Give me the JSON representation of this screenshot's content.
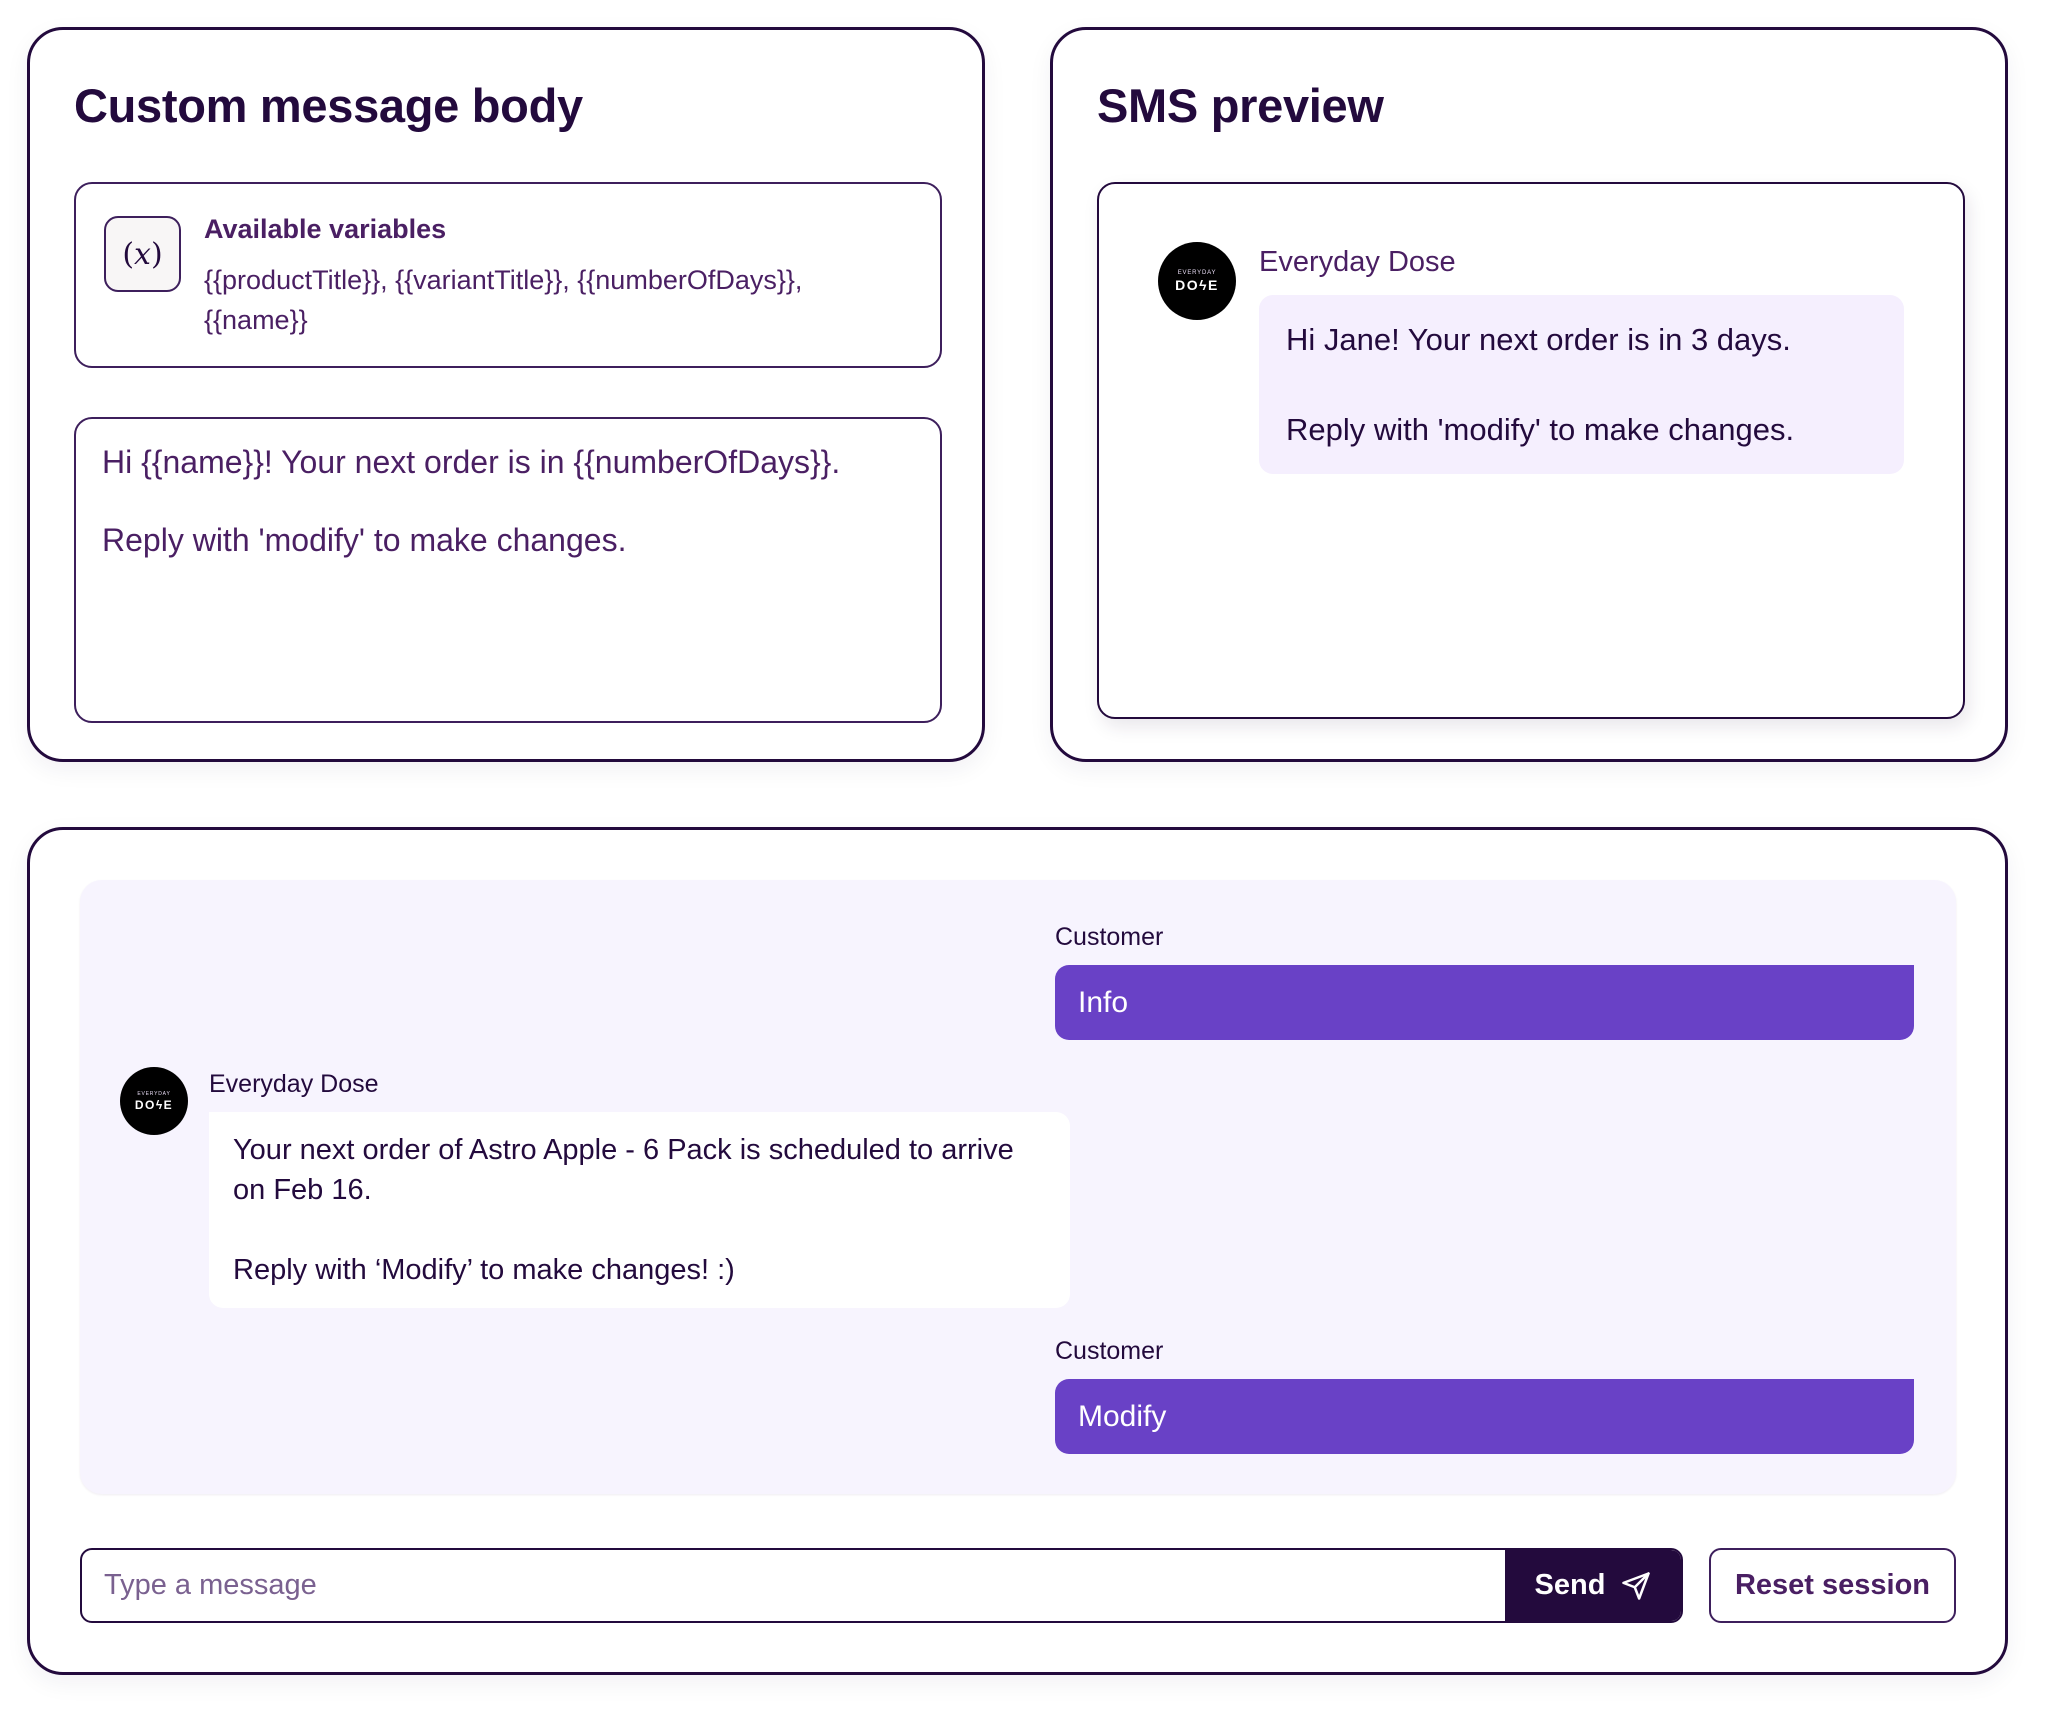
{
  "custom_message": {
    "title": "Custom message body",
    "variables": {
      "icon": "variable-x-icon",
      "icon_glyph": "(x)",
      "title": "Available variables",
      "list": "{{productTitle}}, {{variantTitle}}, {{numberOfDays}}, {{name}}"
    },
    "body_value": "Hi {{name}}! Your next order is in {{numberOfDays}}.\n\nReply with 'modify' to make changes."
  },
  "sms_preview": {
    "title": "SMS preview",
    "avatar": {
      "top": "EVERYDAY",
      "bottom": "DOϟE"
    },
    "sender": "Everyday Dose",
    "message": "Hi Jane! Your next order is in 3 days.\n\nReply with 'modify' to make changes."
  },
  "chat": {
    "messages": [
      {
        "sender": "Customer",
        "text": "Info"
      },
      {
        "sender": "Everyday Dose",
        "text": "Your next order of Astro Apple - 6 Pack is scheduled to arrive on Feb 16.\n\nReply with ‘Modify’ to make changes! :)"
      },
      {
        "sender": "Customer",
        "text": "Modify"
      }
    ],
    "avatar": {
      "top": "EVERYDAY",
      "bottom": "DOϟE"
    },
    "input_placeholder": "Type a message",
    "input_value": "",
    "send_label": "Send",
    "send_icon": "paper-plane-icon",
    "reset_label": "Reset session"
  },
  "colors": {
    "primary_dark": "#230a3d",
    "text_purple": "#4a1f63",
    "customer_bubble": "#6941c6",
    "chat_bg": "#f7f4fe",
    "sms_bubble_bg": "#f5effe"
  }
}
